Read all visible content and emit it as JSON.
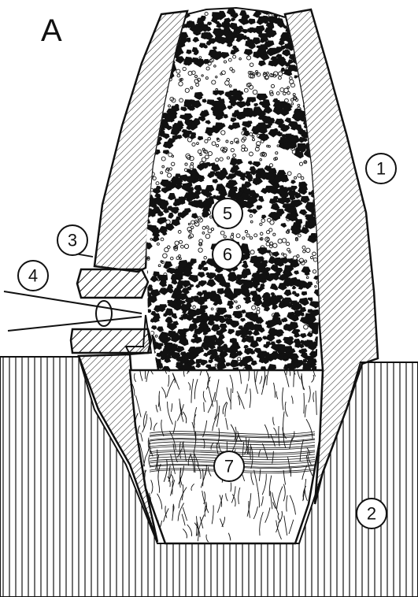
{
  "figure": {
    "panel_label": "A",
    "callouts": [
      {
        "id": "1",
        "label": "1"
      },
      {
        "id": "2",
        "label": "2"
      },
      {
        "id": "3",
        "label": "3"
      },
      {
        "id": "4",
        "label": "4"
      },
      {
        "id": "5",
        "label": "5"
      },
      {
        "id": "6",
        "label": "6"
      },
      {
        "id": "7",
        "label": "7"
      }
    ],
    "colors": {
      "ink": "#111111",
      "paper": "#ffffff"
    }
  }
}
